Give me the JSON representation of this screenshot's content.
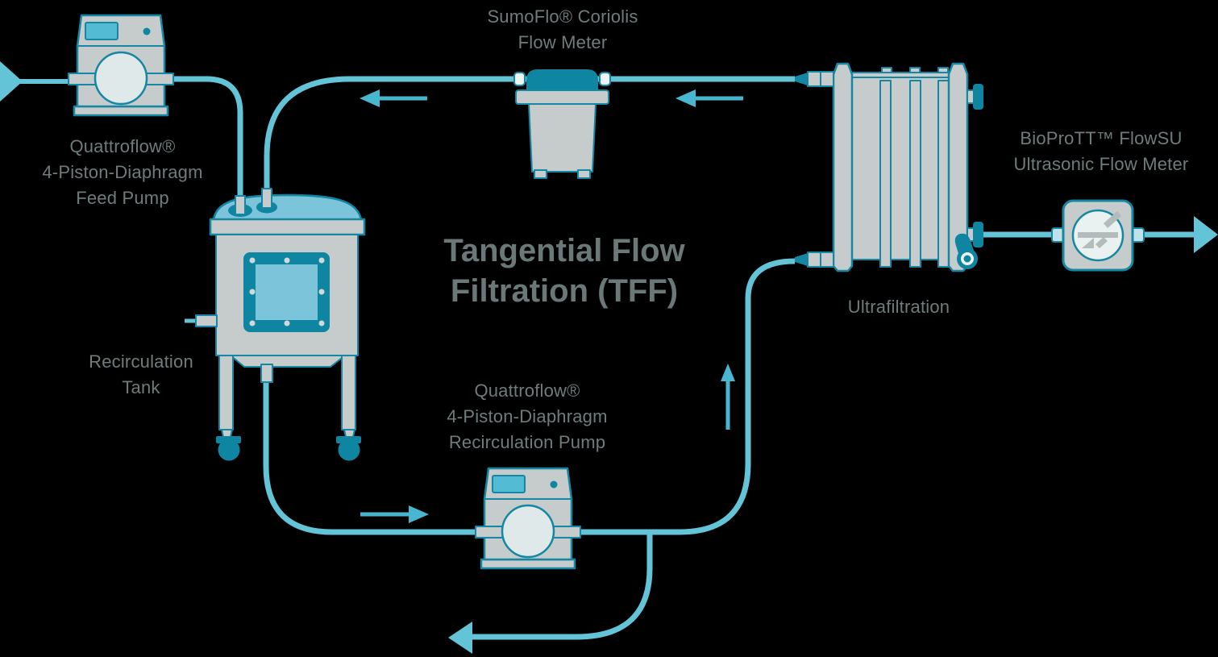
{
  "diagram": {
    "title_lines": [
      "Tangential Flow",
      "Filtration (TFF)"
    ],
    "labels": {
      "feed_pump": [
        "Quattroflow®",
        "4-Piston-Diaphragm",
        "Feed Pump"
      ],
      "coriolis_meter": [
        "SumoFlo® Coriolis",
        "Flow Meter"
      ],
      "ultrafiltration": [
        "Ultrafiltration"
      ],
      "ultrasonic_meter": [
        "BioProTT™ FlowSU",
        "Ultrasonic Flow Meter"
      ],
      "recirculation_tank": [
        "Recirculation",
        "Tank"
      ],
      "recirculation_pump": [
        "Quattroflow®",
        "4-Piston-Diaphragm",
        "Recirculation Pump"
      ]
    },
    "icons": [
      "inlet-arrow-icon",
      "feed-pump-icon",
      "recirculation-tank-icon",
      "coriolis-flow-meter-icon",
      "ultrafiltration-unit-icon",
      "valve-icon",
      "ultrasonic-flow-meter-icon",
      "outlet-arrow-icon",
      "flow-arrow-icon"
    ],
    "colors": {
      "background": "#000000",
      "outline_teal": "#1587a3",
      "dark_teal": "#0e86a2",
      "pipe_teal": "#63c3d7",
      "arrow_teal": "#49b6cf",
      "equipment_gray": "#c6cbcb",
      "pump_head_fill": "#dfe9e9",
      "glass_blue": "#7cc4da",
      "display_teal": "#53bcd4",
      "label_gray": "#6f7c7c",
      "title_gray": "#6b7878"
    }
  }
}
